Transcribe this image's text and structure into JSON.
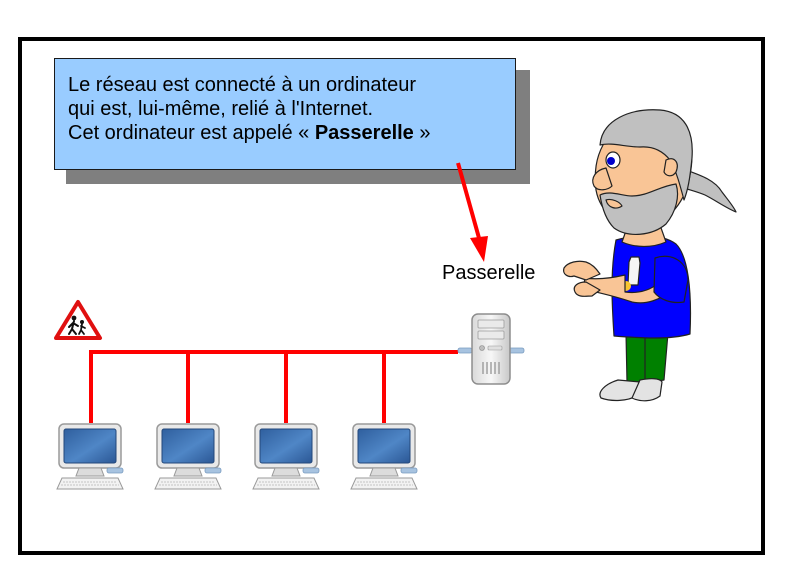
{
  "callout": {
    "line1": "Le réseau est connecté à un ordinateur",
    "line2": "qui est, lui-même, relié à l'Internet.",
    "line3_prefix": "Cet ordinateur est appelé « ",
    "line3_bold": "Passerelle",
    "line3_suffix": " »",
    "background_color": "#99ccff",
    "shadow_color": "#7f7f7f"
  },
  "gateway": {
    "label": "Passerelle",
    "icon": "server-tower-icon"
  },
  "network": {
    "cable_color": "#ff0000",
    "workstation_count": 4,
    "workstations": [
      {
        "icon": "desktop-computer-icon"
      },
      {
        "icon": "desktop-computer-icon"
      },
      {
        "icon": "desktop-computer-icon"
      },
      {
        "icon": "desktop-computer-icon"
      }
    ],
    "warning_sign": "children-crossing-warning-icon"
  },
  "character": {
    "icon": "bearded-man-cartoon-icon",
    "shirt_color": "#0000ff",
    "pants_color": "#008000",
    "hair_color": "#c0c0c0",
    "skin_color": "#f9c596"
  },
  "arrow": {
    "color": "#ff0000",
    "icon": "arrow-down-icon"
  }
}
